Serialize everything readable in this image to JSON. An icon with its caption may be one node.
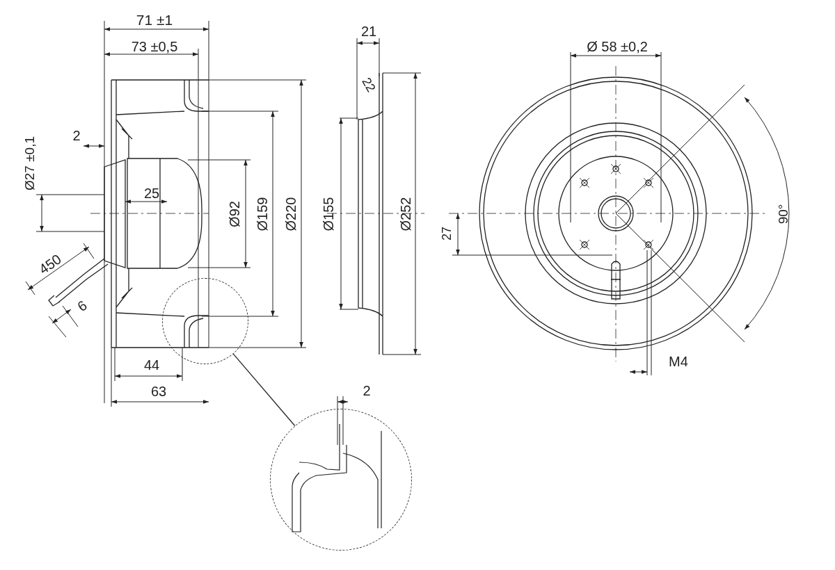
{
  "diagram": {
    "nodes": [
      {
        "text": [],
        "shape": "circle"
      },
      {
        "text": [],
        "shape": "circle"
      }
    ],
    "edges": [
      {
        "from": 0,
        "to": 1,
        "arrow": "none"
      }
    ],
    "labels": [
      "71 ±1",
      "73 ±0,5",
      "2",
      "Ø27 ±0,1",
      "25",
      "450",
      "6",
      "Ø92",
      "Ø159",
      "Ø220",
      "44",
      "63",
      "21",
      "22",
      "Ø155",
      "Ø252",
      "Ø 58 ±0,2",
      "27",
      "90°",
      "M4",
      "2"
    ]
  }
}
